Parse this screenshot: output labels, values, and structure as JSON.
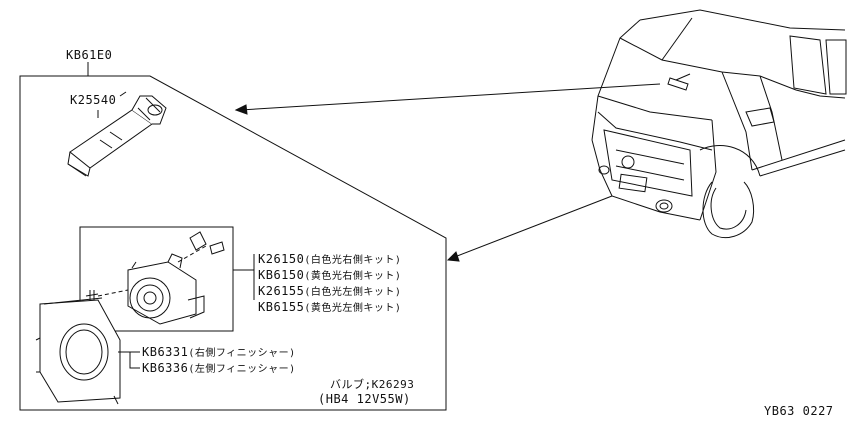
{
  "assembly_part_no": "KB61E0",
  "switch_part_no": "K25540",
  "fog_lamps": [
    {
      "part_no": "K26150",
      "desc": "(白色光右側キット)"
    },
    {
      "part_no": "KB6150",
      "desc": "(黄色光右側キット)"
    },
    {
      "part_no": "K26155",
      "desc": "(白色光左側キット)"
    },
    {
      "part_no": "KB6155",
      "desc": "(黄色光左側キット)"
    }
  ],
  "finishers": [
    {
      "part_no": "KB6331",
      "desc": "(右側フィニッシャー)"
    },
    {
      "part_no": "KB6336",
      "desc": "(左側フィニッシャー)"
    }
  ],
  "bulb_line": "バルブ;K26293",
  "bulb_spec": "(HB4 12V55W)",
  "drawing_code": "YB63 0227"
}
